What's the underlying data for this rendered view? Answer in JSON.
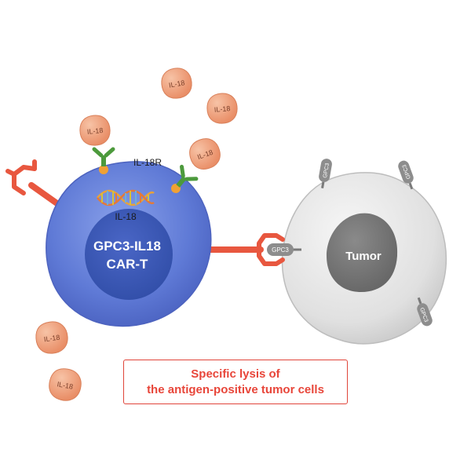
{
  "car_t_cell": {
    "name_line1": "GPC3-IL18",
    "name_line2": "CAR-T",
    "gene_label": "IL-18",
    "receptor_label": "IL-18R"
  },
  "tumor_cell": {
    "label": "Tumor",
    "antigen_label": "GPC3"
  },
  "cytokine_label": "IL-18",
  "caption": {
    "line1": "Specific lysis of",
    "line2": "the antigen-positive tumor cells"
  },
  "colors": {
    "car_t_cell": "#5f7ad6",
    "car_t_nucleus": "#3e5bb8",
    "tumor_cell": "#e4e4e4",
    "tumor_nucleus": "#777777",
    "car_receptor": "#e8573f",
    "il18": "#f0a07c",
    "il18r": "#4c9a3c",
    "caption_border": "#e0453a",
    "caption_text": "#e8463a"
  }
}
